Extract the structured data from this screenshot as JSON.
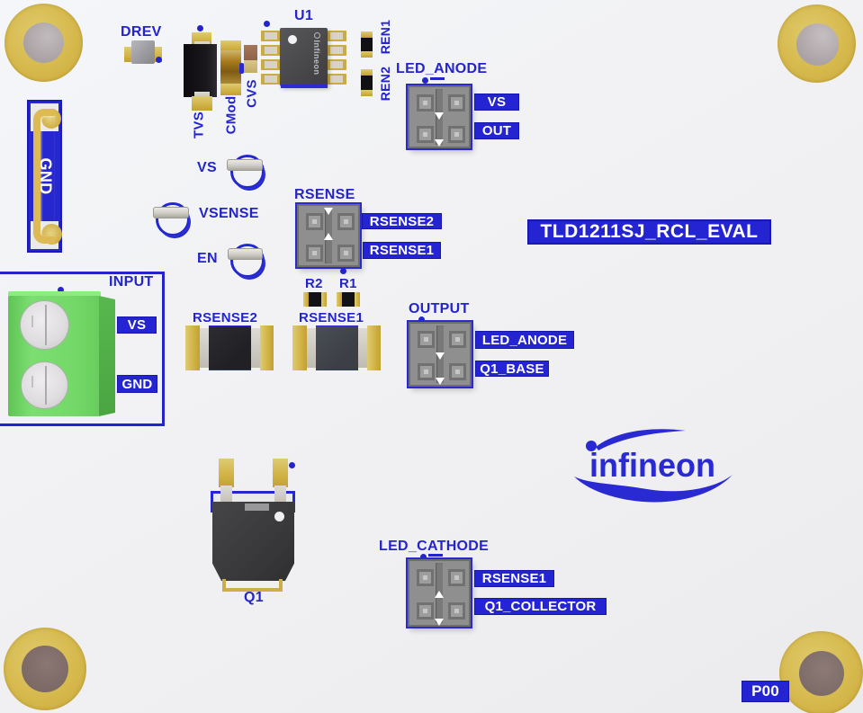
{
  "board": {
    "title": "TLD1211SJ_RCL_EVAL",
    "revision": "P00"
  },
  "branding": {
    "logo_text": "infineon",
    "chip_brand": "Infineon"
  },
  "labels": {
    "drev": "DREV",
    "u1": "U1",
    "tvs": "TVS",
    "cmod": "CMod",
    "cvs": "CVS",
    "ren1": "REN1",
    "ren2": "REN2",
    "gnd": "GND",
    "r1": "R1",
    "r2": "R2",
    "q1": "Q1",
    "rsense2_part": "RSENSE2",
    "rsense1_part": "RSENSE1"
  },
  "test_points": {
    "vs": "VS",
    "vsense": "VSENSE",
    "en": "EN"
  },
  "input_terminal": {
    "name": "INPUT",
    "pins": [
      "VS",
      "GND"
    ]
  },
  "headers": {
    "led_anode": {
      "name": "LED_ANODE",
      "pins": [
        "VS",
        "OUT"
      ]
    },
    "rsense": {
      "name": "RSENSE",
      "pins": [
        "RSENSE2",
        "RSENSE1"
      ]
    },
    "output": {
      "name": "OUTPUT",
      "pins": [
        "LED_ANODE",
        "Q1_BASE"
      ]
    },
    "led_cathode": {
      "name": "LED_CATHODE",
      "pins": [
        "RSENSE1",
        "Q1_COLLECTOR"
      ]
    }
  },
  "colors": {
    "silkscreen_blue": "#2424cd",
    "label_box_blue": "#2424d2",
    "pad_gold": "#d3b54a",
    "terminal_green": "#72d967",
    "chip_gray": "#4a4a4c",
    "pcb_background": "#f1f1f3"
  }
}
